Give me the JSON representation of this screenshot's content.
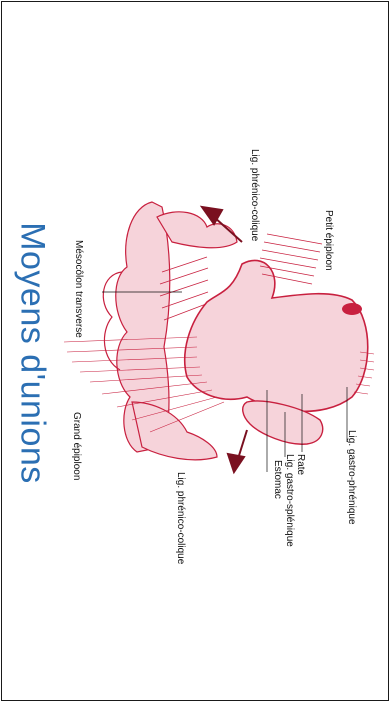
{
  "title": "Moyens d'unions",
  "labels": {
    "lig_phrenico_colique_top": "Lig. phrénico-colique",
    "petit_epiploon": "Petit épiploon",
    "mesocolon_transverse": "Mésocôlon transverse",
    "lig_gastro_phrenique": "Lig. gastro-phrénique",
    "rate": "Rate",
    "lig_gastro_splenique": "Lig. gastro-splénique",
    "estomac": "Estomac",
    "grand_epiploon": "Grand épiploon",
    "lig_phrenico_colique_bottom": "Lig. phrénico-colique"
  },
  "colors": {
    "title": "#2b6fb3",
    "anatomy": "#c8203f",
    "anatomy_fill": "#f6d3da"
  }
}
